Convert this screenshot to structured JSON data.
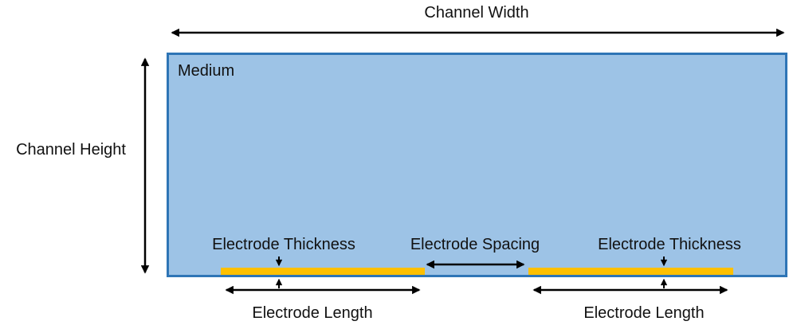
{
  "diagram": {
    "labels": {
      "channel_width": "Channel Width",
      "channel_height": "Channel Height",
      "medium": "Medium",
      "electrode_thickness_left": "Electrode Thickness",
      "electrode_spacing": "Electrode Spacing",
      "electrode_thickness_right": "Electrode Thickness",
      "electrode_length_left": "Electrode Length",
      "electrode_length_right": "Electrode Length"
    },
    "colors": {
      "background": "#FFFFFF",
      "channel_fill": "#9DC3E6",
      "channel_border": "#2E75B6",
      "electrode_fill": "#FFC000",
      "arrow": "#000000",
      "text": "#111111"
    }
  }
}
